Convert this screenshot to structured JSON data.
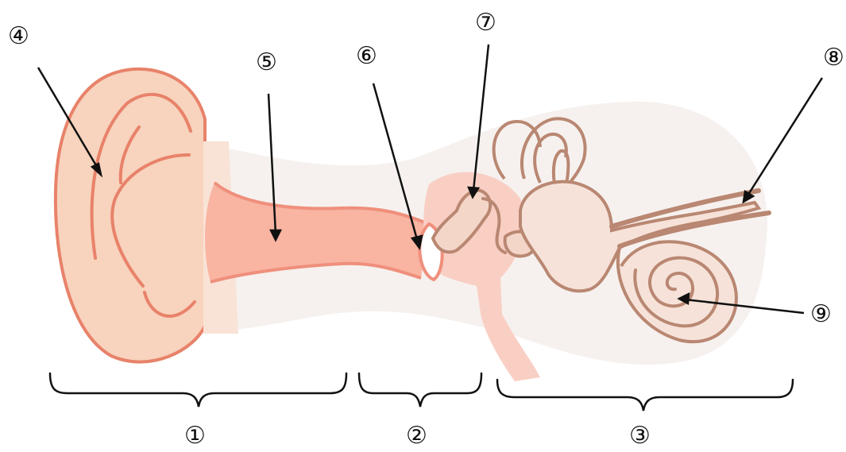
{
  "diagram": {
    "labels": {
      "outer_ear_region": "①",
      "middle_ear_region": "②",
      "inner_ear_region": "③",
      "auricle": "④",
      "ear_canal": "⑤",
      "eardrum": "⑥",
      "ossicles": "⑦",
      "nerve": "⑧",
      "cochlea": "⑨"
    },
    "colors": {
      "skin": "#f8d3bd",
      "skin_outline": "#e8826a",
      "canal": "#f9b4a2",
      "canal_outline": "#ef8f7c",
      "middle_fill": "#f9cfc4",
      "inner_fill": "#f6e2d8",
      "inner_outline": "#b98772",
      "background_shadow": "#f6f1ee",
      "ink": "#111111"
    }
  }
}
